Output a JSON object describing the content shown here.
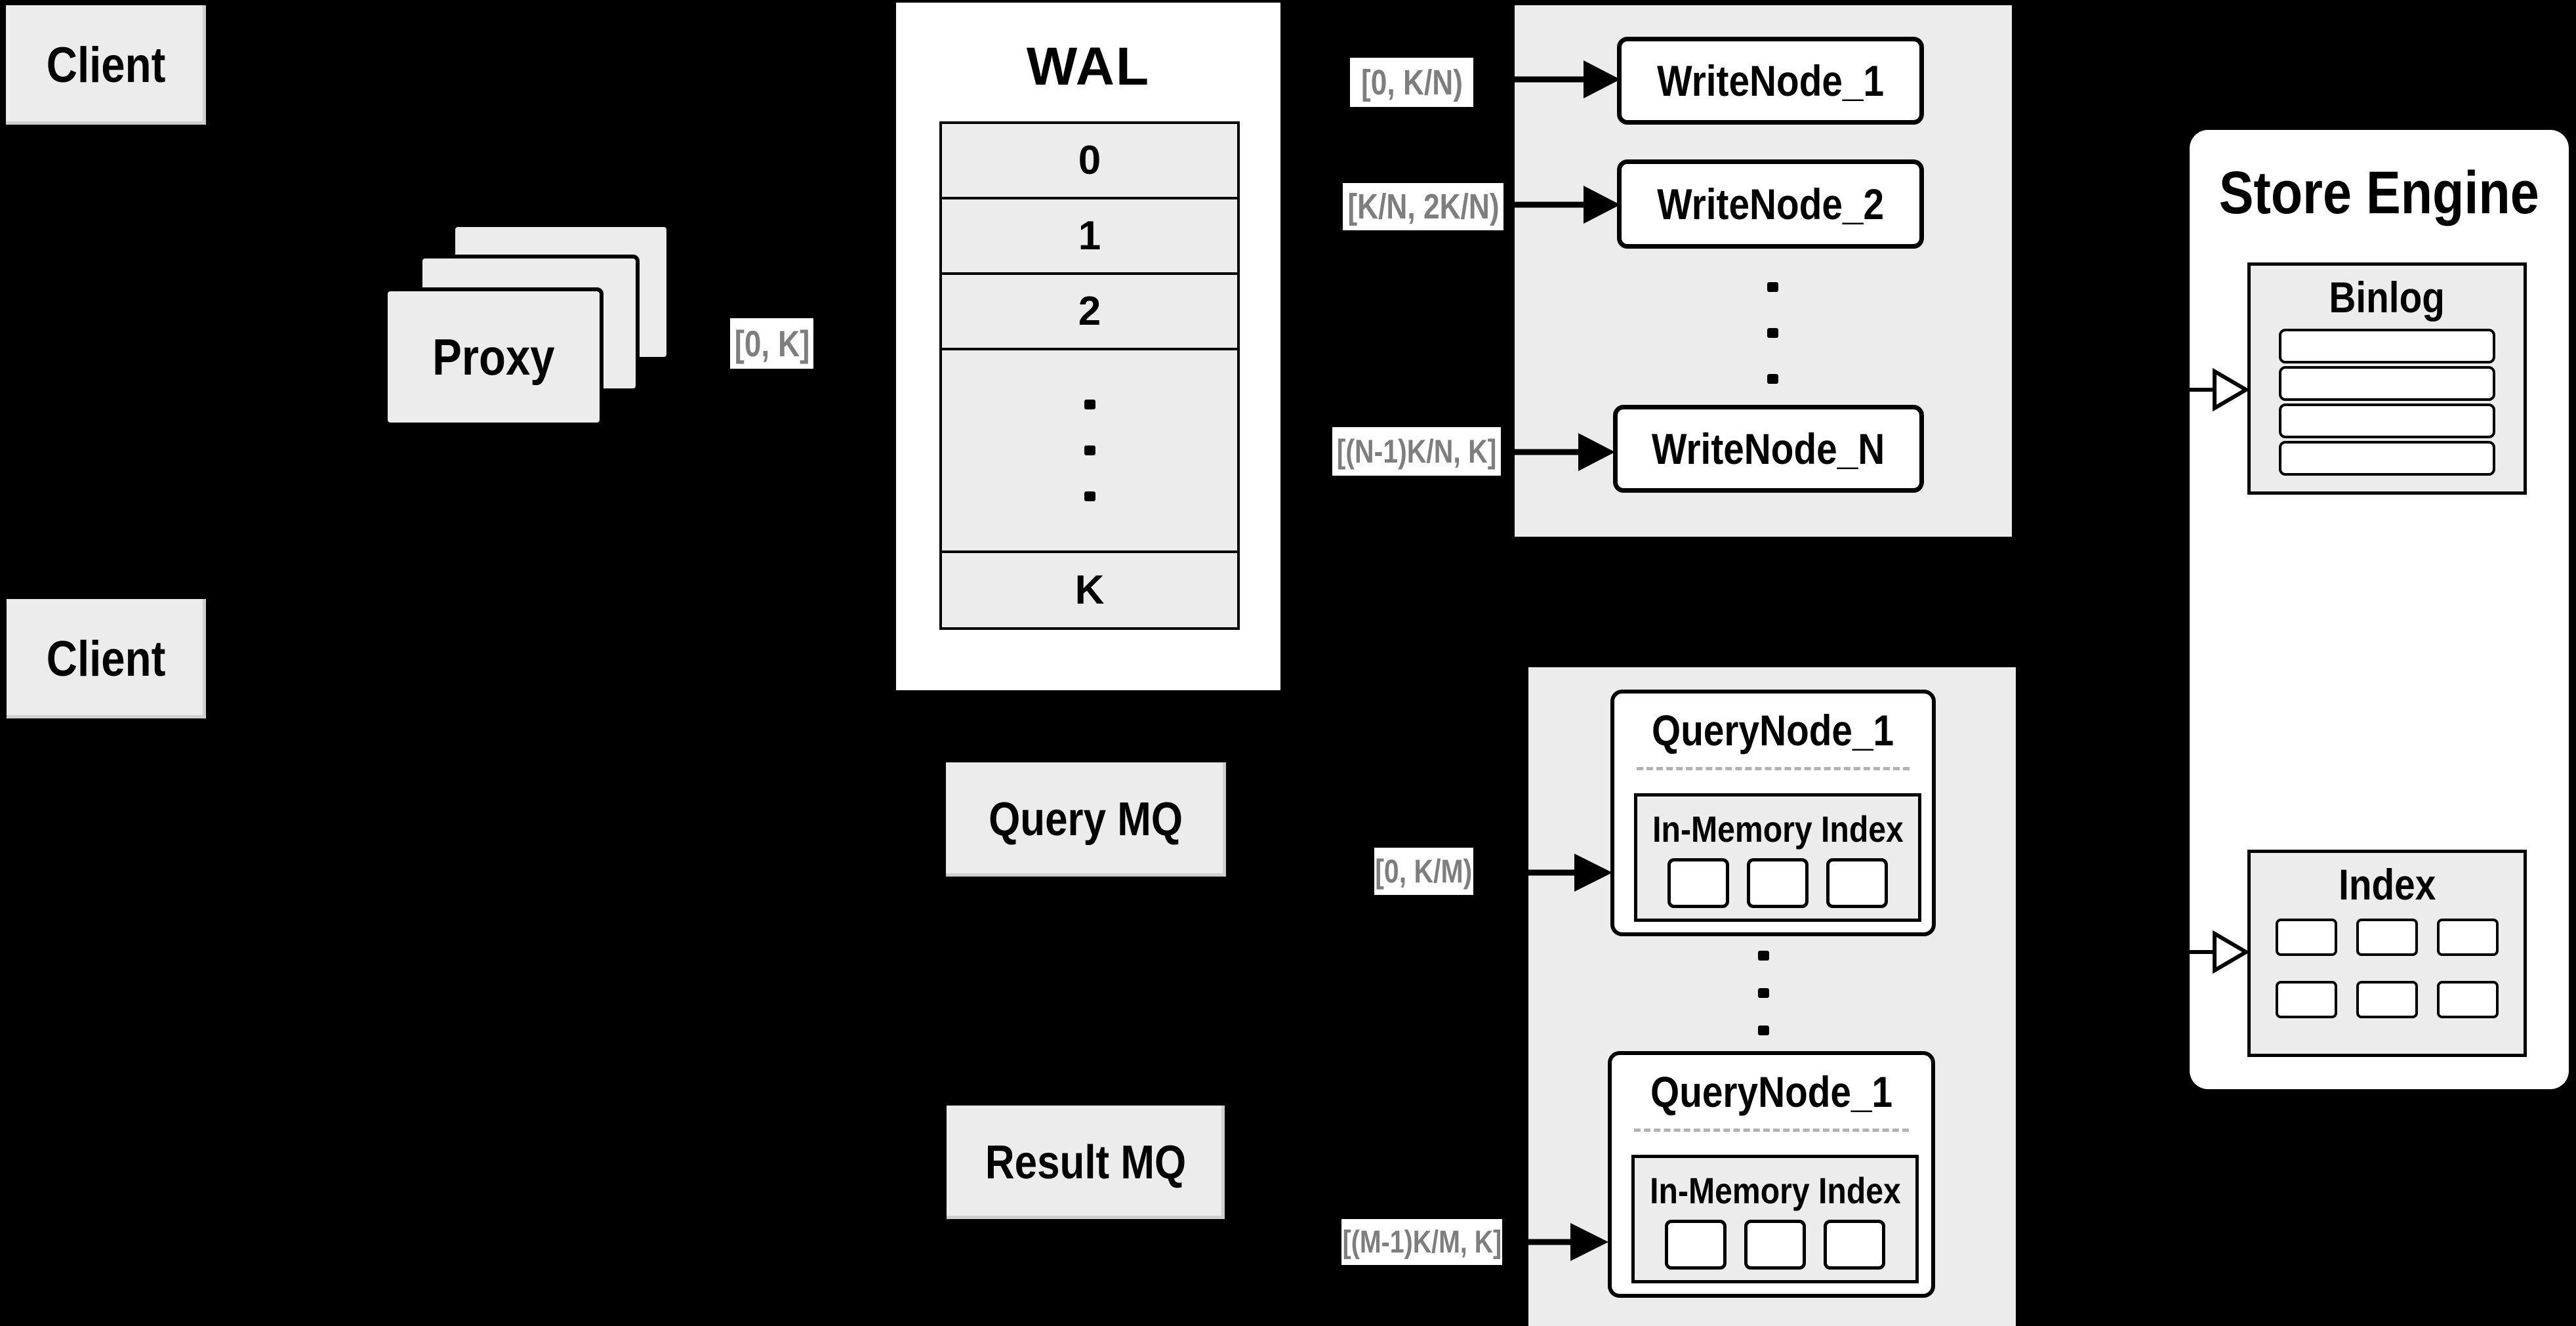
{
  "diagram_title": "Distributed write/query architecture",
  "colors": {
    "background": "#000000",
    "panel_gray": "#ececec",
    "node_white": "#ffffff",
    "border_black": "#000000",
    "range_label_text": "#7e7e7e",
    "dashed_separator": "#b2b2b2"
  },
  "clients": {
    "top_label": "Client",
    "bottom_label": "Client"
  },
  "proxy": {
    "label": "Proxy"
  },
  "wal": {
    "title": "WAL",
    "rows": [
      "0",
      "1",
      "2",
      "K"
    ]
  },
  "range_labels": {
    "proxy_to_wal": "[0, K]",
    "write_1": "[0, K/N)",
    "write_2": "[K/N, 2K/N)",
    "write_n": "[(N-1)K/N, K]",
    "query_1": "[0, K/M)",
    "query_m": "[(M-1)K/M, K]"
  },
  "write_nodes": {
    "items": [
      "WriteNode_1",
      "WriteNode_2",
      "WriteNode_N"
    ]
  },
  "mq": {
    "query_label": "Query MQ",
    "result_label": "Result MQ"
  },
  "query_nodes": {
    "items": [
      {
        "title": "QueryNode_1",
        "index_label": "In-Memory Index"
      },
      {
        "title": "QueryNode_1",
        "index_label": "In-Memory Index"
      }
    ]
  },
  "store_engine": {
    "title": "Store Engine",
    "binlog_title": "Binlog",
    "index_title": "Index"
  }
}
